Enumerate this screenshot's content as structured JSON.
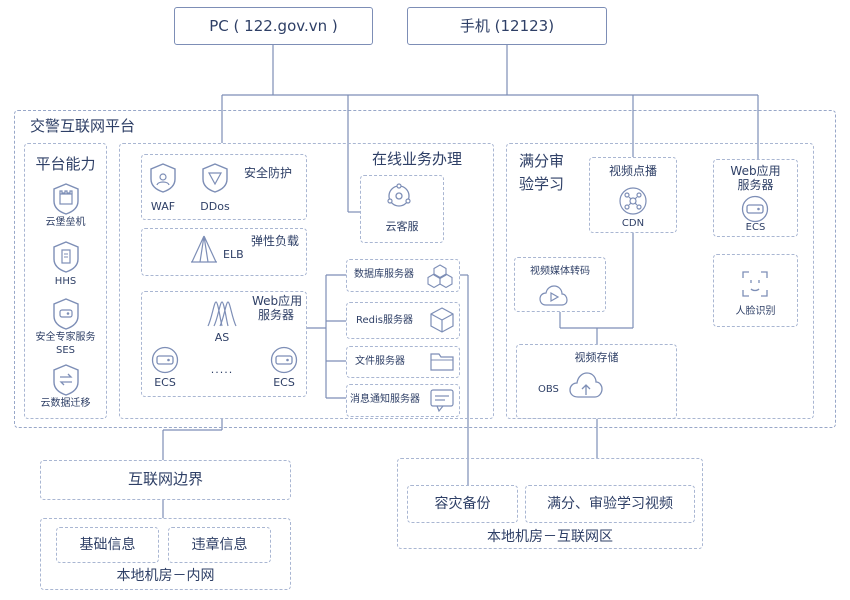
{
  "top": {
    "pc": "PC  ( 122.gov.vn )",
    "mobile": "手机 (12123)"
  },
  "platform": {
    "title": "交警互联网平台",
    "capability": {
      "title": "平台能力",
      "items": [
        "云堡垒机",
        "HHS",
        "安全专家服务",
        "SES",
        "云数据迁移"
      ]
    },
    "online": {
      "title": "在线业务办理",
      "security": {
        "title": "安全防护",
        "waf": "WAF",
        "ddos": "DDos"
      },
      "elb": {
        "title": "弹性负载",
        "label": "ELB"
      },
      "web": {
        "title1": "Web应用",
        "title2": "服务器",
        "as": "AS",
        "ecs1": "ECS",
        "ecs2": "ECS",
        "dots": "....."
      },
      "kefu": "云客服",
      "services": [
        "数据库服务器",
        "Redis服务器",
        "文件服务器",
        "消息通知服务器"
      ]
    },
    "study": {
      "title1": "满分审",
      "title2": "验学习",
      "vod": {
        "title": "视频点播",
        "label": "CDN"
      },
      "webapp": {
        "title1": "Web应用",
        "title2": "服务器",
        "label": "ECS"
      },
      "transcode": "视频媒体转码",
      "face": "人脸识别",
      "storage": {
        "title": "视频存储",
        "label": "OBS"
      }
    }
  },
  "bottom": {
    "boundary": "互联网边界",
    "intranet": {
      "title": "本地机房－内网",
      "items": [
        "基础信息",
        "违章信息"
      ]
    },
    "internet_zone": {
      "title": "本地机房－互联网区",
      "items": [
        "容灾备份",
        "满分、审验学习视频"
      ]
    }
  },
  "colors": {
    "line": "#7d8eb6",
    "dash": "#a9b6d2",
    "text": "#2e3f66"
  }
}
